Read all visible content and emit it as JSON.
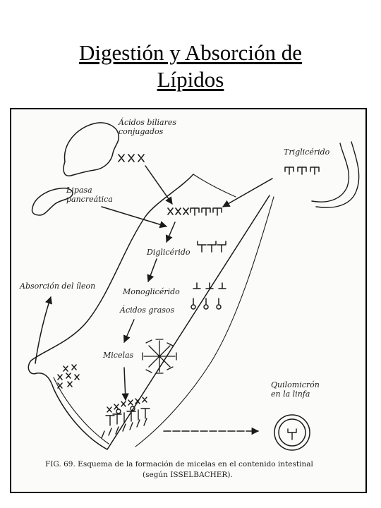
{
  "title": {
    "line1": "Digestión y Absorción de",
    "line2": "Lípidos"
  },
  "labels": {
    "bile_acids": "Ácidos biliares",
    "bile_acids_2": "conjugados",
    "triglyceride": "Triglicérido",
    "pancreatic_lipase": "Lipasa",
    "pancreatic_lipase_2": "pancreática",
    "diglyceride": "Diglicérido",
    "monoglyceride": "Monoglicérido",
    "fatty_acids": "Ácidos grasos",
    "ileum_absorption": "Absorción del íleon",
    "micelles": "Micelas",
    "chylomicron": "Quilomicrón",
    "chylomicron_2": "en la linfa"
  },
  "caption": {
    "line1": "FIG. 69.  Esquema de la formación de micelas en el contenido intestinal",
    "line2": "(según ISSELBACHER)."
  },
  "colors": {
    "ink": "#1a1a1a",
    "paper": "#fbfbfa"
  }
}
